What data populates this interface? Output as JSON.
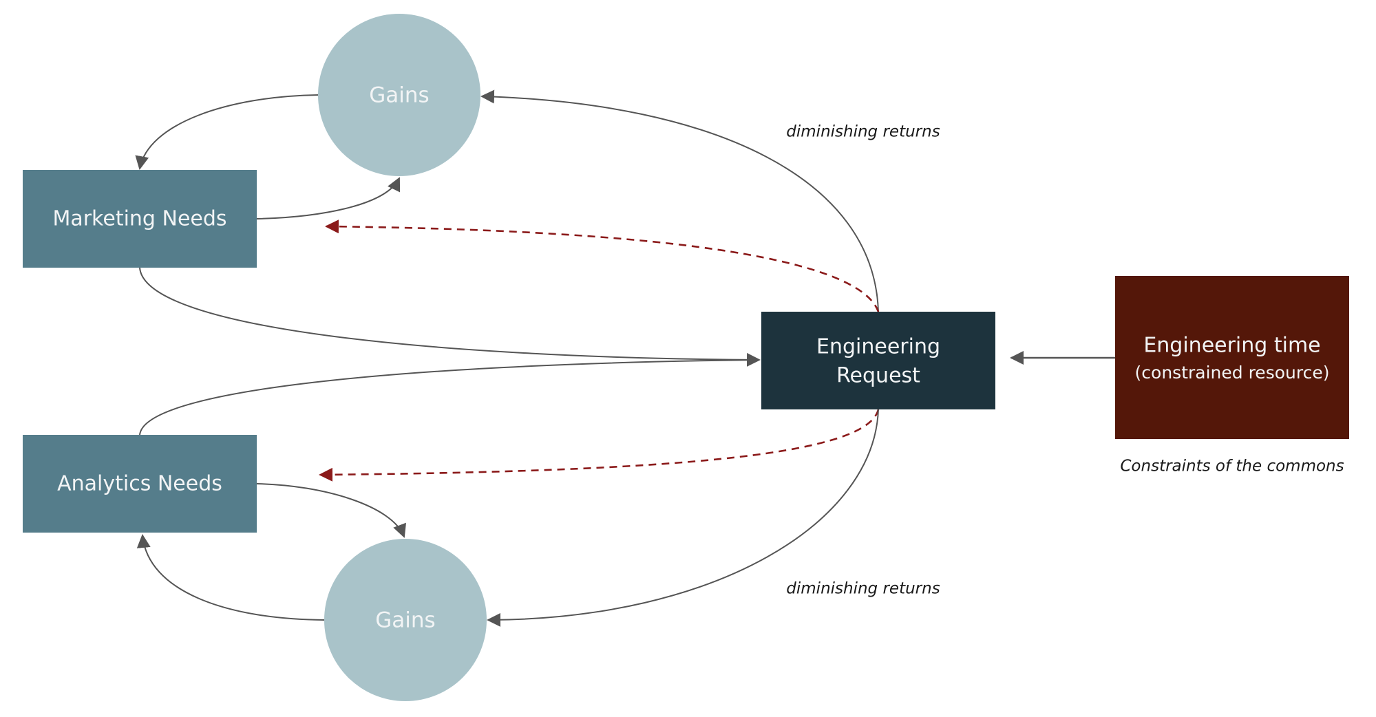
{
  "colors": {
    "needs_box": "#557d8b",
    "gains_circle": "#a9c3c9",
    "engineering_request": "#1d333d",
    "engineering_time": "#541709",
    "edge": "#555555",
    "dashed_edge": "#8b1a1a",
    "label_text": "#f2f4f5"
  },
  "nodes": {
    "gains_top": {
      "label": "Gains"
    },
    "marketing_needs": {
      "label": "Marketing Needs"
    },
    "engineering_request": {
      "line1": "Engineering",
      "line2": "Request"
    },
    "engineering_time": {
      "line1": "Engineering time",
      "line2": "(constrained resource)"
    },
    "analytics_needs": {
      "label": "Analytics Needs"
    },
    "gains_bottom": {
      "label": "Gains"
    }
  },
  "annotations": {
    "top_edge_label": "diminishing returns",
    "bottom_edge_label": "diminishing returns",
    "resource_caption": "Constraints of the commons"
  },
  "edges": [
    {
      "from": "gains_top",
      "to": "marketing_needs",
      "style": "solid"
    },
    {
      "from": "marketing_needs",
      "to": "gains_top",
      "style": "solid"
    },
    {
      "from": "engineering_request",
      "to": "gains_top",
      "style": "solid",
      "label": "diminishing returns"
    },
    {
      "from": "engineering_request",
      "to": "marketing_needs",
      "style": "dashed"
    },
    {
      "from": "marketing_needs",
      "to": "engineering_request",
      "style": "solid"
    },
    {
      "from": "analytics_needs",
      "to": "engineering_request",
      "style": "solid"
    },
    {
      "from": "engineering_time",
      "to": "engineering_request",
      "style": "solid"
    },
    {
      "from": "engineering_request",
      "to": "analytics_needs",
      "style": "dashed"
    },
    {
      "from": "analytics_needs",
      "to": "gains_bottom",
      "style": "solid"
    },
    {
      "from": "gains_bottom",
      "to": "analytics_needs",
      "style": "solid"
    },
    {
      "from": "engineering_request",
      "to": "gains_bottom",
      "style": "solid",
      "label": "diminishing returns"
    }
  ]
}
